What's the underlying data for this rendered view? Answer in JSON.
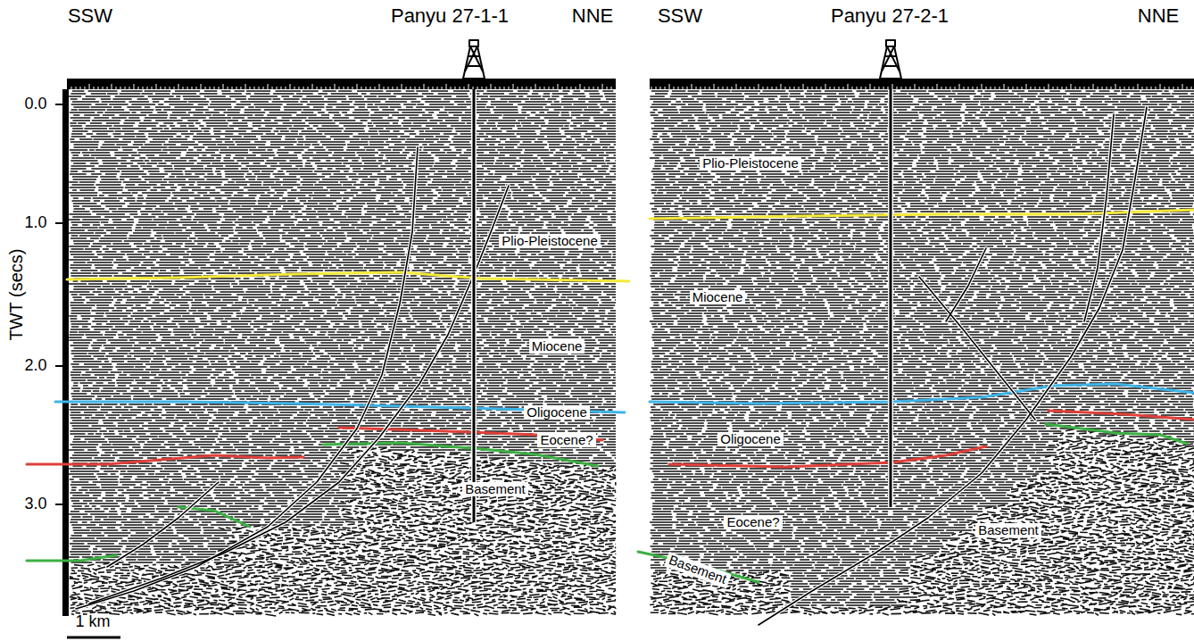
{
  "diagram": {
    "labels": [
      "SSW",
      "Panyu 27-1-1",
      "NNE",
      "SSW",
      "Panyu 27-2-1",
      "NNE",
      "0.0",
      "1.0",
      "2.0",
      "3.0",
      "TWT (secs)",
      "Plio-Pleistocene",
      "Miocene",
      "Oligocene",
      "Eocene?",
      "Basement",
      "Plio-Pleistocene",
      "Miocene",
      "Oligocene",
      "Eocene?",
      "Basement",
      "Basement",
      "1 km"
    ]
  }
}
